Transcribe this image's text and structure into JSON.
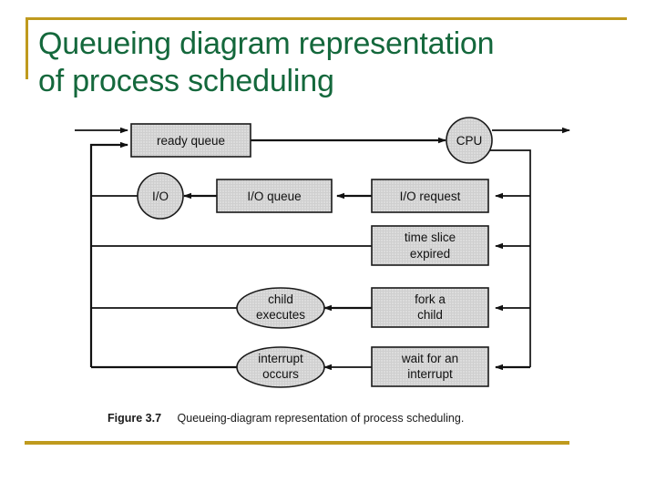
{
  "slide": {
    "title": "Queueing diagram representation\nof process scheduling",
    "title_color": "#14683c",
    "accent_color": "#bf9a1e",
    "background_color": "#ffffff"
  },
  "figure": {
    "label": "Figure 3.7",
    "caption": "Queueing-diagram representation of process scheduling.",
    "node_fill": "#d9d9d9",
    "node_stroke": "#1a1a1a",
    "line_color": "#111111"
  },
  "diagram": {
    "type": "queueing-diagram",
    "nodes": [
      {
        "id": "ready-queue",
        "shape": "rect",
        "label": "ready queue"
      },
      {
        "id": "cpu",
        "shape": "circle",
        "label": "CPU"
      },
      {
        "id": "io",
        "shape": "circle",
        "label": "I/O"
      },
      {
        "id": "io-queue",
        "shape": "rect",
        "label": "I/O queue"
      },
      {
        "id": "io-request",
        "shape": "rect",
        "label": "I/O request"
      },
      {
        "id": "time-slice",
        "shape": "rect",
        "label": "time slice\nexpired",
        "line1": "time slice",
        "line2": "expired"
      },
      {
        "id": "child-executes",
        "shape": "ellipse",
        "label": "child\nexecutes",
        "line1": "child",
        "line2": "executes"
      },
      {
        "id": "fork-a-child",
        "shape": "rect",
        "label": "fork a\nchild",
        "line1": "fork a",
        "line2": "child"
      },
      {
        "id": "interrupt-occurs",
        "shape": "ellipse",
        "label": "interrupt\noccurs",
        "line1": "interrupt",
        "line2": "occurs"
      },
      {
        "id": "wait-interrupt",
        "shape": "rect",
        "label": "wait for an\ninterrupt",
        "line1": "wait for an",
        "line2": "interrupt"
      }
    ],
    "edges": [
      {
        "from": "entry",
        "to": "ready-queue"
      },
      {
        "from": "ready-queue",
        "to": "cpu"
      },
      {
        "from": "cpu",
        "to": "exit"
      },
      {
        "from": "cpu",
        "to": "io-request"
      },
      {
        "from": "cpu",
        "to": "time-slice"
      },
      {
        "from": "cpu",
        "to": "fork-a-child"
      },
      {
        "from": "cpu",
        "to": "wait-interrupt"
      },
      {
        "from": "io-request",
        "to": "io-queue"
      },
      {
        "from": "io-queue",
        "to": "io"
      },
      {
        "from": "io",
        "to": "ready-queue"
      },
      {
        "from": "time-slice",
        "to": "ready-queue"
      },
      {
        "from": "fork-a-child",
        "to": "child-executes"
      },
      {
        "from": "child-executes",
        "to": "ready-queue"
      },
      {
        "from": "wait-interrupt",
        "to": "interrupt-occurs"
      },
      {
        "from": "interrupt-occurs",
        "to": "ready-queue"
      }
    ]
  }
}
